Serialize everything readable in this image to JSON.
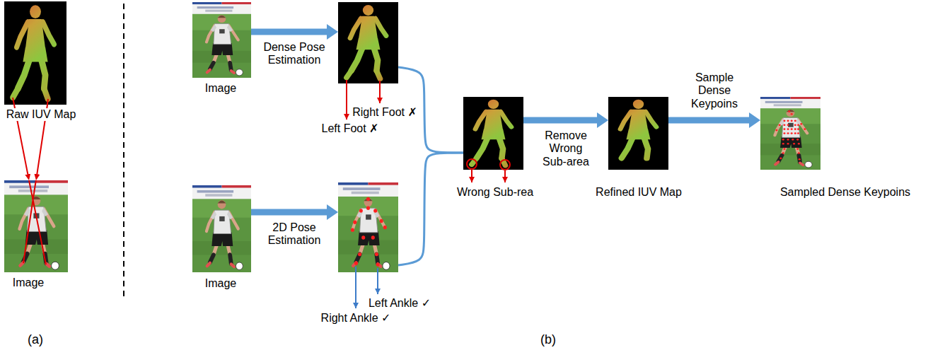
{
  "diagram": {
    "nodes": [
      {
        "text": [
          "Raw IUV Map"
        ]
      },
      {
        "text": [
          "Image"
        ]
      },
      {
        "text": [
          "Image"
        ]
      },
      {
        "text": [
          "Right Foot ✗",
          "Left Foot ✗"
        ]
      },
      {
        "text": [
          "Image"
        ]
      },
      {
        "text": [
          "Left Ankle ✓",
          "Right Ankle ✓"
        ]
      },
      {
        "text": [
          "Wrong Sub-rea"
        ]
      },
      {
        "text": [
          "Refined IUV Map"
        ]
      },
      {
        "text": [
          "Sampled Dense Keypoins"
        ]
      }
    ],
    "edges": [
      {
        "from": 0,
        "to": 1,
        "arrow": "to"
      },
      {
        "from": 0,
        "to": 1,
        "arrow": "to"
      },
      {
        "from": 2,
        "to": 3,
        "label": "Dense Pose Estimation",
        "arrow": "to"
      },
      {
        "from": 4,
        "to": 5,
        "label": "2D Pose Estimation",
        "arrow": "to"
      },
      {
        "from": 3,
        "to": 6,
        "arrow": "none"
      },
      {
        "from": 5,
        "to": 6,
        "arrow": "none"
      },
      {
        "from": 6,
        "to": 7,
        "label": "Remove Wrong Sub-area",
        "arrow": "to"
      },
      {
        "from": 7,
        "to": 8,
        "label": "Sample Dense Keypoins",
        "arrow": "to"
      }
    ],
    "labels": [
      "(a)",
      "(b)"
    ]
  }
}
